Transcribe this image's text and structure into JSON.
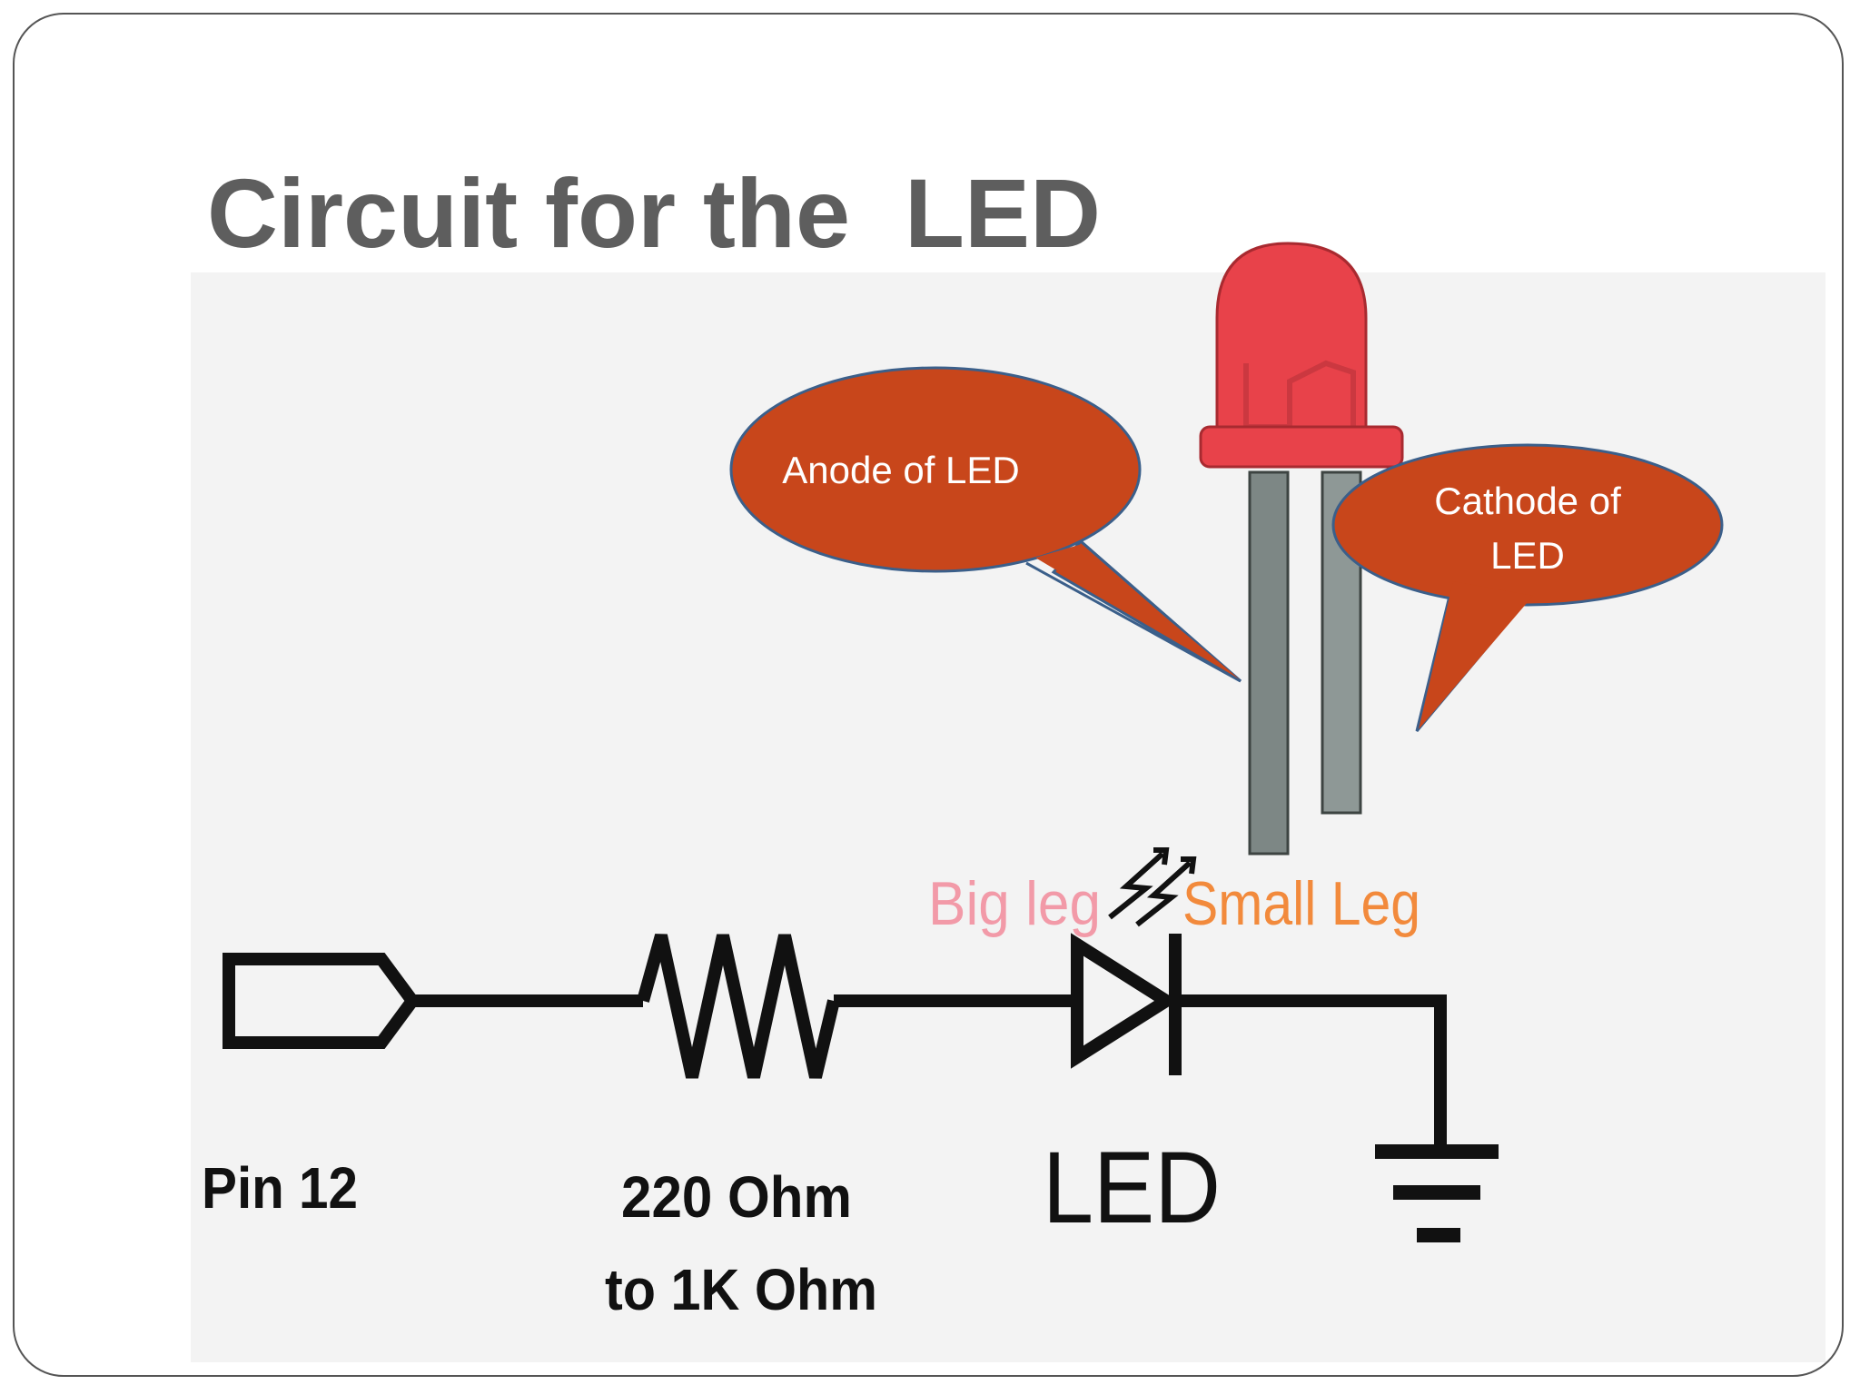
{
  "slide": {
    "title": "Circuit for the  LED"
  },
  "callouts": {
    "anode": "Anode of LED",
    "cathode_line1": "Cathode of",
    "cathode_line2": "LED"
  },
  "leg_labels": {
    "big_leg": "Big leg",
    "small_leg": "Small Leg"
  },
  "circuit_labels": {
    "pin": "Pin 12",
    "resistor_line1": "220 Ohm",
    "resistor_line2": "to 1K Ohm",
    "led": "LED"
  },
  "colors": {
    "title": "#5e5e5e",
    "callout_fill": "#c8461b",
    "callout_stroke": "#3b5f8a",
    "led_body": "#e8424a",
    "big_leg_text": "#f29aa8",
    "small_leg_text": "#f28a3c",
    "wire": "#111111"
  }
}
